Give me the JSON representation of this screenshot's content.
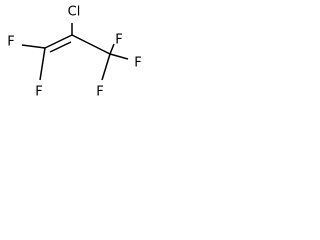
{
  "molecule": {
    "atoms": {
      "cl": "Cl",
      "f_left_top": "F",
      "f_left_bottom": "F",
      "f_right_top": "F",
      "f_right_mid": "F",
      "f_right_bottom": "F"
    },
    "colors": {
      "bond": "#000000",
      "label": "#000000",
      "background": "#ffffff"
    }
  }
}
